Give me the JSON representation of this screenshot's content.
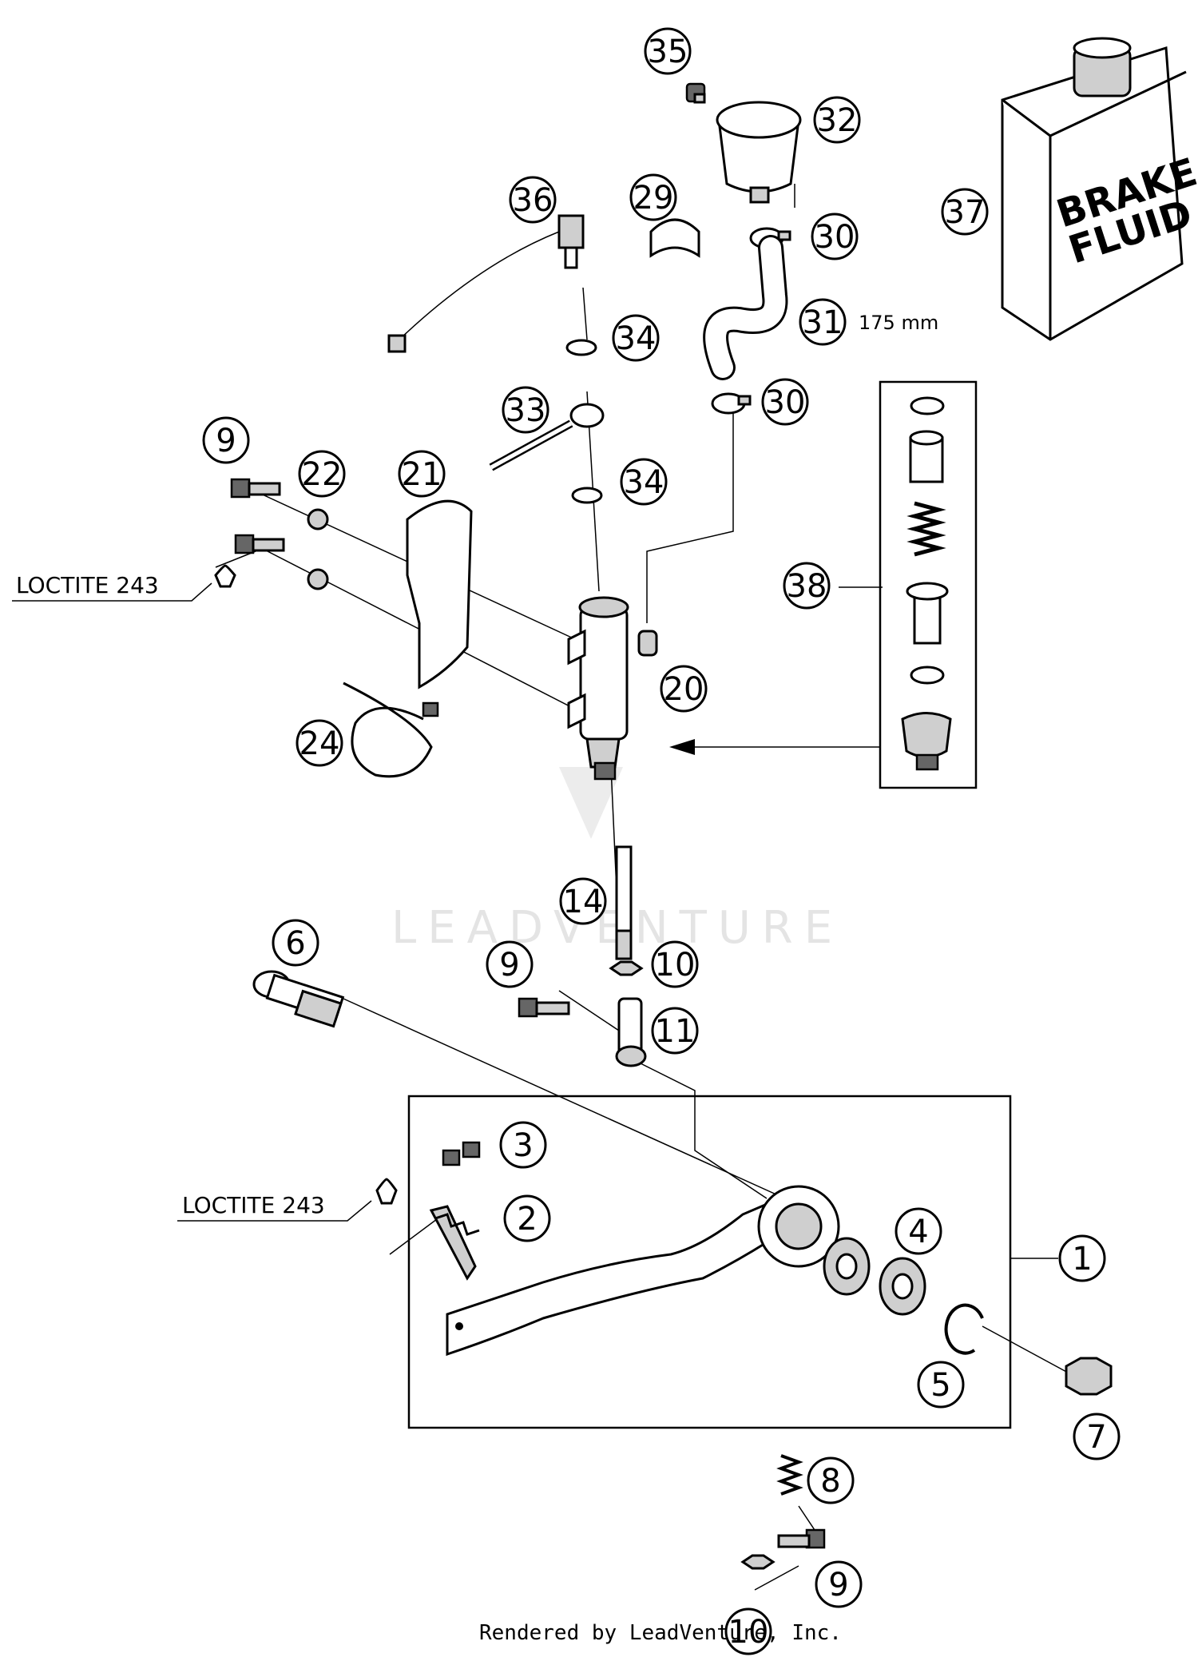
{
  "callouts": [
    "1",
    "2",
    "3",
    "4",
    "5",
    "6",
    "7",
    "8",
    "9",
    "10",
    "11",
    "14",
    "20",
    "21",
    "22",
    "24",
    "29",
    "30",
    "31",
    "32",
    "33",
    "34",
    "35",
    "36",
    "37",
    "38"
  ],
  "notes": {
    "loctite_upper": "LOCTITE 243",
    "loctite_lower": "LOCTITE 243",
    "hose_length": "175 mm"
  },
  "brake_fluid": {
    "line1": "BRAKE",
    "line2": "FLUID"
  },
  "watermark": "LEADVENTURE",
  "footer": "Rendered by LeadVenture, Inc."
}
